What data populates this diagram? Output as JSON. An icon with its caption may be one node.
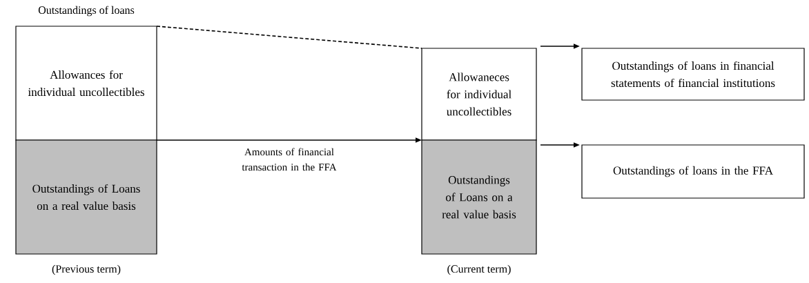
{
  "diagram": {
    "nodes": [
      {
        "text": [
          "Allowances for individual uncollectibles"
        ]
      },
      {
        "text": [
          "Outstandings of Loans on a real value basis"
        ]
      },
      {
        "text": [
          "Allowaneces for individual uncollectibles"
        ]
      },
      {
        "text": [
          "Outstandings of Loans on a real value basis"
        ]
      },
      {
        "text": [
          "Outstandings of loans in financial statements of financial institutions"
        ]
      },
      {
        "text": [
          "Outstandings of loans in the FFA"
        ]
      }
    ],
    "edges": [
      {
        "from": 0,
        "to": 2,
        "arrow": "none",
        "style": "dashed"
      },
      {
        "from": 1,
        "to": 3,
        "arrow": "to",
        "label": "Amounts of financial transaction in the FFA"
      },
      {
        "from": 2,
        "to": 4,
        "arrow": "to"
      },
      {
        "from": 3,
        "to": 5,
        "arrow": "to"
      }
    ],
    "labels": [
      "Outstandings of loans",
      "(Previous term)",
      "(Current term)"
    ]
  }
}
